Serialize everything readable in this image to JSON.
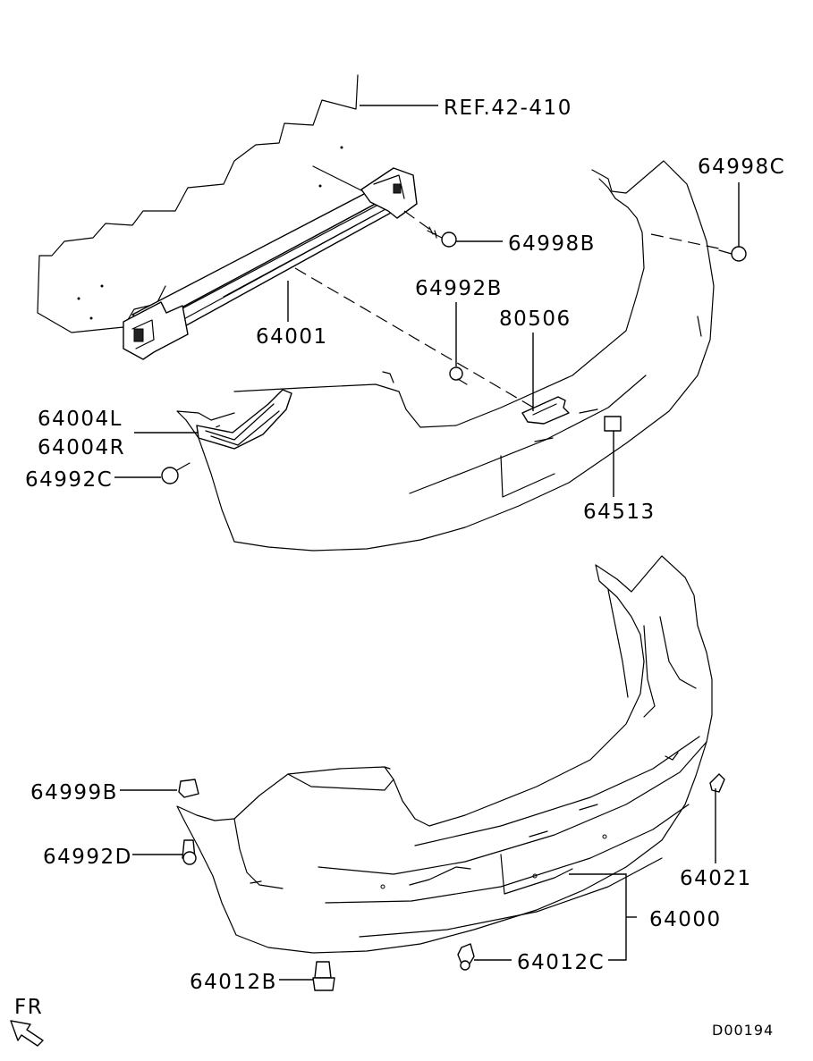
{
  "labels": {
    "ref": "REF.42-410",
    "p64998C": "64998C",
    "p64998B": "64998B",
    "p64992B": "64992B",
    "p80506": "80506",
    "p64001": "64001",
    "p64004L": "64004L",
    "p64004R": "64004R",
    "p64992C": "64992C",
    "p64513": "64513",
    "p64999B": "64999B",
    "p64992D": "64992D",
    "p64021": "64021",
    "p64000": "64000",
    "p64012C": "64012C",
    "p64012B": "64012B",
    "fr": "FR",
    "diagram_id": "D00194"
  }
}
